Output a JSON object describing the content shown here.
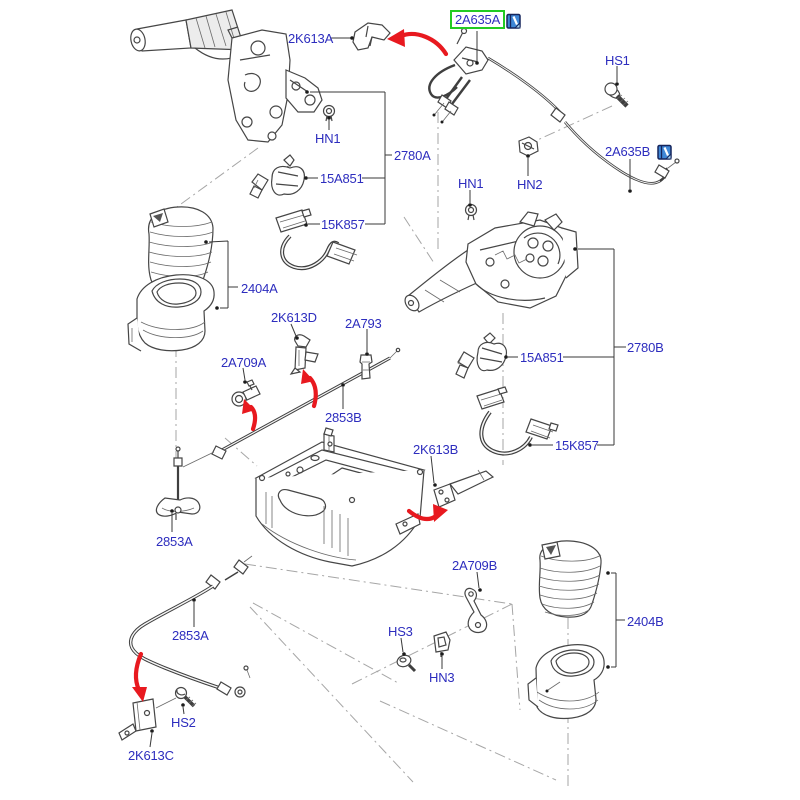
{
  "diagram": {
    "background": "#ffffff",
    "colors": {
      "label_text": "#2d2dbe",
      "line_art": "#464646",
      "guide_line": "#a6a6a6",
      "highlight_box_green": "#23cb23",
      "arrow_red": "#e8191f",
      "icon_blue": "#3f87d6",
      "icon_outline": "#15255c"
    },
    "highlighted_part": "2A635A",
    "callouts": {
      "c2k613a": "2K613A",
      "c2a635a": "2A635A",
      "chs1": "HS1",
      "c2a635b": "2A635B",
      "chn1_left": "HN1",
      "c2780a": "2780A",
      "c15a851_left": "15A851",
      "chn1_mid": "HN1",
      "chn2": "HN2",
      "c15k857_left": "15K857",
      "c2404a": "2404A",
      "c2k613d": "2K613D",
      "c2a793": "2A793",
      "c2780b": "2780B",
      "c15a851_right": "15A851",
      "c2a709a": "2A709A",
      "c2853b": "2853B",
      "c15k857_right": "15K857",
      "c2k613b": "2K613B",
      "c2853a_upper": "2853A",
      "c2a709b": "2A709B",
      "c2404b": "2404B",
      "c2853a_lower": "2853A",
      "chs3": "HS3",
      "chn3": "HN3",
      "chs2": "HS2",
      "c2k613c": "2K613C"
    },
    "icons": {
      "icon_a": "parts-catalog-doc-icon",
      "icon_b": "parts-catalog-doc-icon"
    }
  }
}
